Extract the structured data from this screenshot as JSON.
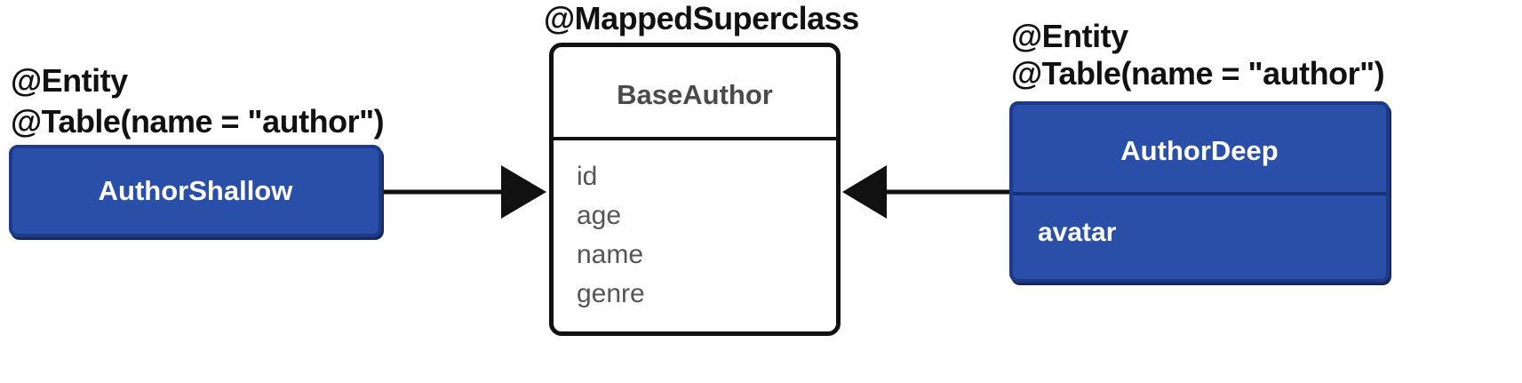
{
  "base": {
    "stereotype": "@MappedSuperclass",
    "name": "BaseAuthor",
    "attributes": [
      "id",
      "age",
      "name",
      "genre"
    ]
  },
  "shallow": {
    "annotations": [
      "@Entity",
      "@Table(name = \"author\")"
    ],
    "name": "AuthorShallow"
  },
  "deep": {
    "annotations": [
      "@Entity",
      "@Table(name = \"author\")"
    ],
    "name": "AuthorDeep",
    "attributes": [
      "avatar"
    ]
  },
  "colors": {
    "entity_fill": "#2a4fa8",
    "entity_border": "#1d3a8a",
    "superclass_border": "#111111",
    "arrow": "#111111"
  }
}
